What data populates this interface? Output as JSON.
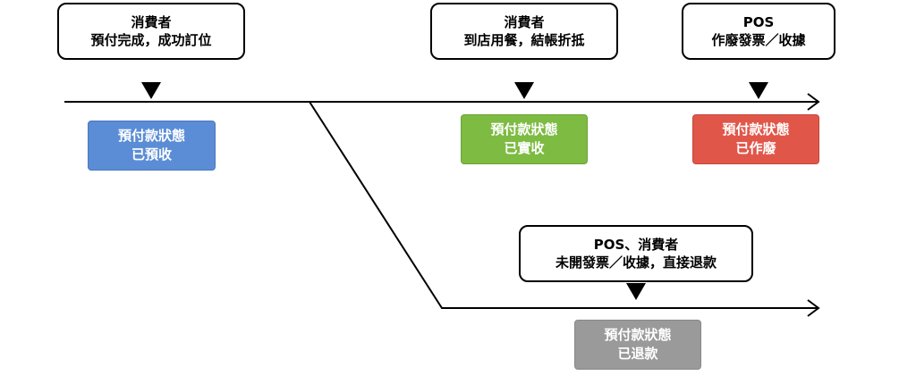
{
  "events": [
    {
      "id": "prepaid",
      "line1": "消費者",
      "line2": "預付完成，成功訂位"
    },
    {
      "id": "dine",
      "line1": "消費者",
      "line2": "到店用餐，結帳折抵"
    },
    {
      "id": "void",
      "line1": "POS",
      "line2": "作廢發票／收據"
    },
    {
      "id": "refund",
      "line1": "POS、消費者",
      "line2": "未開發票／收據，直接退款"
    }
  ],
  "statuses": [
    {
      "id": "received",
      "line1": "預付款狀態",
      "line2": "已預收",
      "color": "#5b8dd6"
    },
    {
      "id": "realized",
      "line1": "預付款狀態",
      "line2": "已實收",
      "color": "#7dbb42"
    },
    {
      "id": "voided",
      "line1": "預付款狀態",
      "line2": "已作廢",
      "color": "#e0574a"
    },
    {
      "id": "refunded",
      "line1": "預付款狀態",
      "line2": "已退款",
      "color": "#9a9a9a"
    }
  ]
}
